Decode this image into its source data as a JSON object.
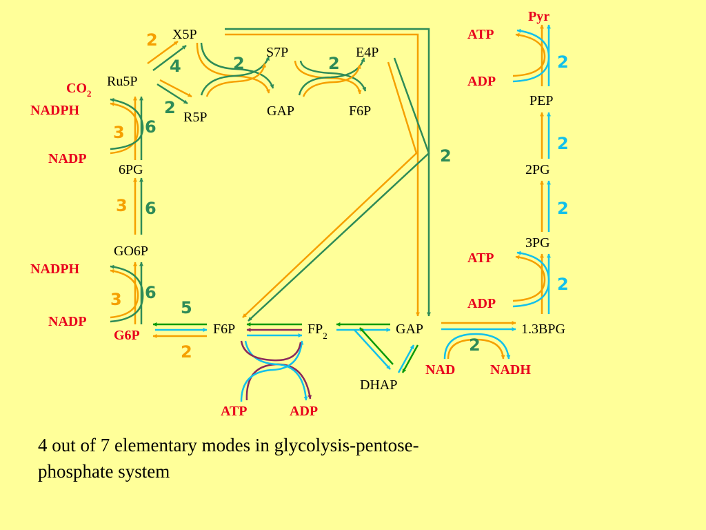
{
  "colors": {
    "background": "#FFFF99",
    "orange": "#F5A000",
    "green": "#2E8B57",
    "cyan": "#12C0EA",
    "purple": "#8B2A5A",
    "bright_green": "#0A9A0A",
    "red": "#E8001C"
  },
  "metabolites": {
    "x5p": "X5P",
    "s7p": "S7P",
    "e4p": "E4P",
    "ru5p": "Ru5P",
    "r5p": "R5P",
    "gap_top": "GAP",
    "f6p_top": "F6P",
    "pg6": "6PG",
    "go6p": "GO6P",
    "f6p": "F6P",
    "fp2": "FP",
    "fp2_sub": "2",
    "gap": "GAP",
    "dhap": "DHAP",
    "bpg13": "1.3BPG",
    "pg3": "3PG",
    "pg2": "2PG",
    "pep": "PEP",
    "pyr": "Pyr"
  },
  "cofactors": {
    "co2": "CO",
    "co2_sub": "2",
    "nadph_upper": "NADPH",
    "nadp_upper": "NADP",
    "nadph_lower": "NADPH",
    "nadp_lower": "NADP",
    "g6p": "G6P",
    "atp_pfk": "ATP",
    "adp_pfk": "ADP",
    "nad": "NAD",
    "nadh": "NADH",
    "atp_pgk": "ATP",
    "adp_pgk": "ADP",
    "atp_pk": "ATP",
    "adp_pk": "ADP"
  },
  "flux_labels": {
    "x5p_in": "2",
    "x5p_in_green": "4",
    "r5p_in": "2",
    "tk1": "2",
    "ta": "2",
    "right_vertical": "2",
    "ru5p_orange": "3",
    "ru5p_green": "6",
    "pg6_orange": "3",
    "pg6_green": "6",
    "go6p_orange": "3",
    "go6p_green": "6",
    "g6p_green": "5",
    "g6p_orange": "2",
    "gapdh": "2",
    "pgk": "2",
    "pgm": "2",
    "eno": "2",
    "pk": "2"
  },
  "caption": "4 out of 7 elementary modes in glycolysis-pentose-phosphate system"
}
